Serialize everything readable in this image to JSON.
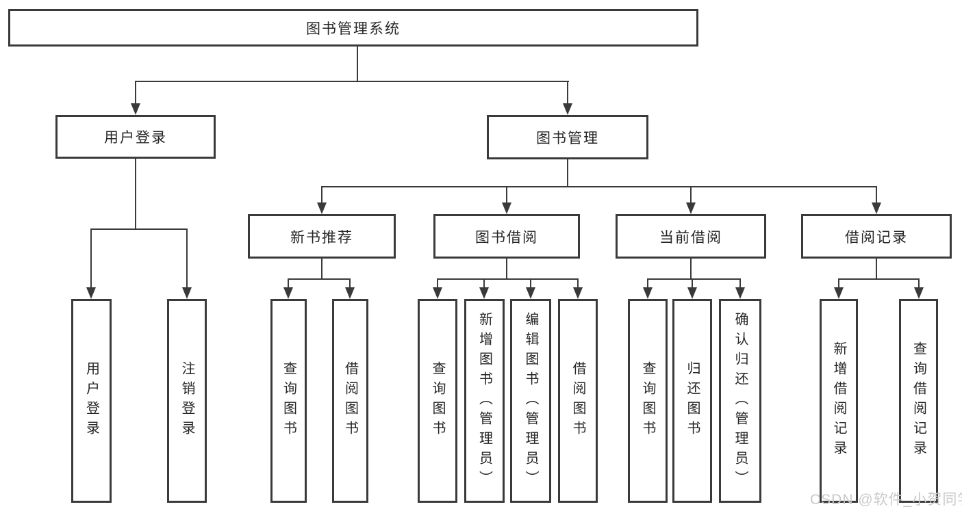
{
  "tree": {
    "label": "图书管理系统",
    "children": [
      {
        "label": "用户登录",
        "children": [
          {
            "label": "用户登录"
          },
          {
            "label": "注销登录"
          }
        ]
      },
      {
        "label": "图书管理",
        "children": [
          {
            "label": "新书推荐",
            "children": [
              {
                "label": "查询图书"
              },
              {
                "label": "借阅图书"
              }
            ]
          },
          {
            "label": "图书借阅",
            "children": [
              {
                "label": "查询图书"
              },
              {
                "label": "新增图书（管理员）"
              },
              {
                "label": "编辑图书（管理员）"
              },
              {
                "label": "借阅图书"
              }
            ]
          },
          {
            "label": "当前借阅",
            "children": [
              {
                "label": "查询图书"
              },
              {
                "label": "归还图书"
              },
              {
                "label": "确认归还（管理员）"
              }
            ]
          },
          {
            "label": "借阅记录",
            "children": [
              {
                "label": "新增借阅记录"
              },
              {
                "label": "查询借阅记录"
              }
            ]
          }
        ]
      }
    ]
  },
  "watermark": {
    "text": "CSDN @软件_小贺同学"
  },
  "colors": {
    "line": "#3a3a3a",
    "text": "#262626",
    "background": "#ffffff",
    "watermark": "#c9c9c9"
  }
}
